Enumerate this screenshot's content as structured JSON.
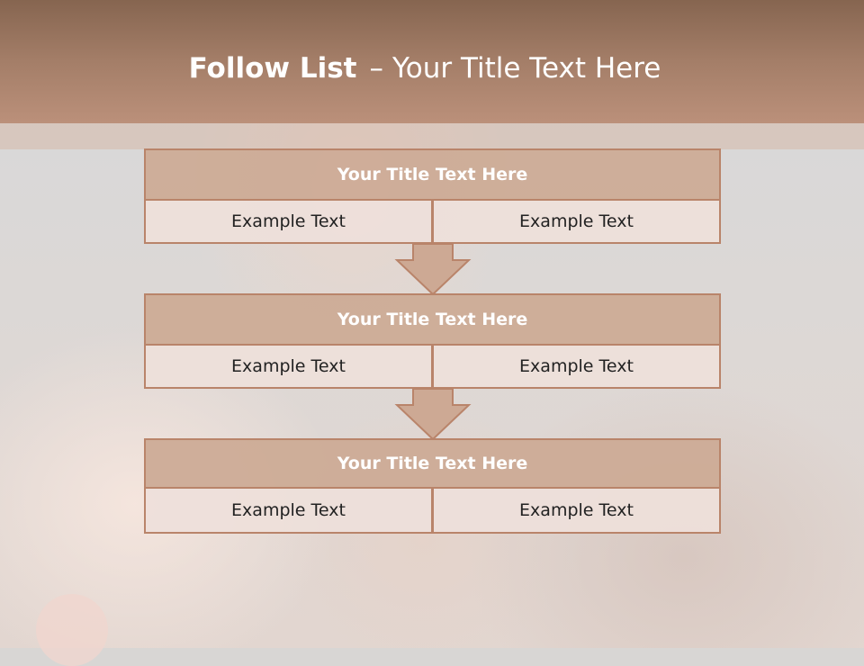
{
  "header": {
    "title_bold": "Follow List",
    "title_separator": "–",
    "title_rest": "Your Title Text Here"
  },
  "steps": [
    {
      "title": "Your Title Text Here",
      "left": "Example Text",
      "right": "Example Text"
    },
    {
      "title": "Your Title Text Here",
      "left": "Example Text",
      "right": "Example Text"
    },
    {
      "title": "Your Title Text Here",
      "left": "Example Text",
      "right": "Example Text"
    }
  ],
  "colors": {
    "header": "#a47e68",
    "card_title": "#cca994",
    "card_cell": "#eee0da",
    "border": "#b9846a"
  }
}
